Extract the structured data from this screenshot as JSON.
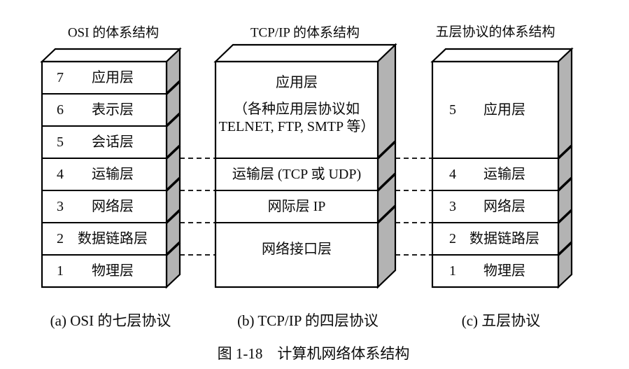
{
  "figure": {
    "caption": "图 1-18　计算机网络体系结构"
  },
  "colors": {
    "side_face": "#b3b3b3",
    "line": "#000000",
    "background": "#ffffff"
  },
  "stacks": {
    "osi": {
      "title": "OSI 的体系结构",
      "caption": "(a) OSI 的七层协议",
      "layers": [
        {
          "num": "7",
          "label": "应用层"
        },
        {
          "num": "6",
          "label": "表示层"
        },
        {
          "num": "5",
          "label": "会话层"
        },
        {
          "num": "4",
          "label": "运输层"
        },
        {
          "num": "3",
          "label": "网络层"
        },
        {
          "num": "2",
          "label": "数据链路层"
        },
        {
          "num": "1",
          "label": "物理层"
        }
      ]
    },
    "tcpip": {
      "title": "TCP/IP 的体系结构",
      "caption": "(b) TCP/IP 的四层协议",
      "layers": [
        {
          "label": "应用层",
          "sub1": "（各种应用层协议如",
          "sub2": "TELNET, FTP, SMTP 等）"
        },
        {
          "label": "运输层 (TCP 或 UDP)"
        },
        {
          "label": "网际层 IP"
        },
        {
          "label": "网络接口层"
        }
      ]
    },
    "five": {
      "title": "五层协议的体系结构",
      "caption": "(c) 五层协议",
      "layers": [
        {
          "num": "5",
          "label": "应用层"
        },
        {
          "num": "4",
          "label": "运输层"
        },
        {
          "num": "3",
          "label": "网络层"
        },
        {
          "num": "2",
          "label": "数据链路层"
        },
        {
          "num": "1",
          "label": "物理层"
        }
      ]
    }
  }
}
